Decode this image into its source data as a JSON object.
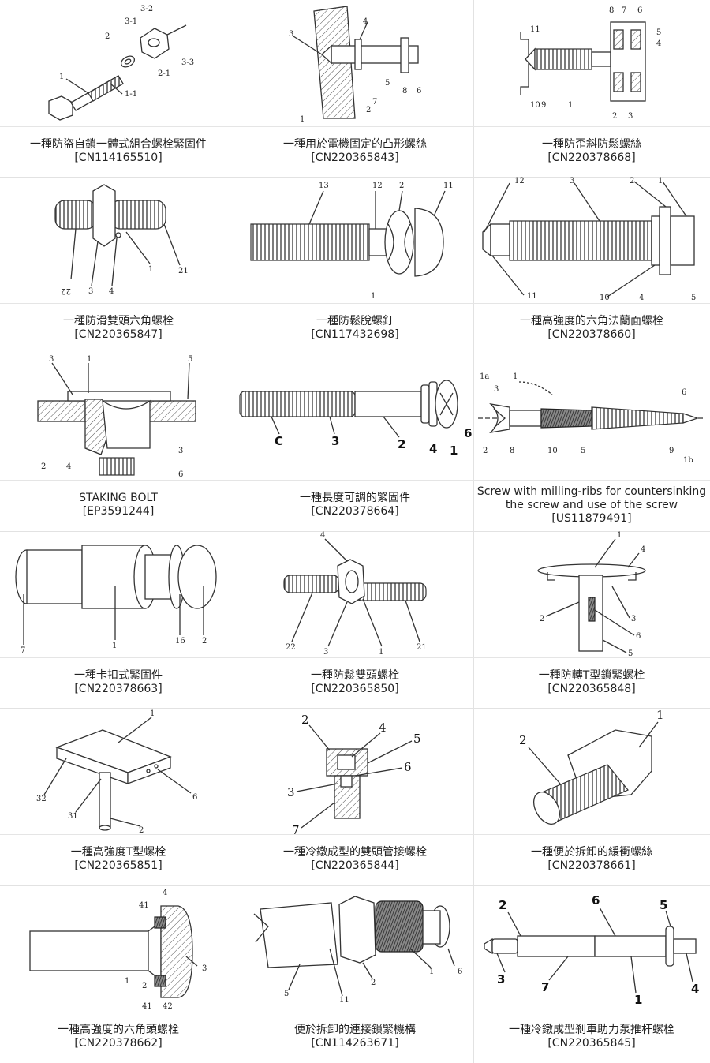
{
  "patents": [
    {
      "title": "一種防盜自鎖一體式組合螺栓緊固件",
      "number": "[CN114165510]",
      "labels": [
        "3-2",
        "3-1",
        "2",
        "3-3",
        "2-1",
        "1",
        "1-1"
      ]
    },
    {
      "title": "一種用於電機固定的凸形螺絲",
      "number": "[CN220365843]",
      "labels": [
        "4",
        "3",
        "5",
        "8",
        "6",
        "7",
        "2",
        "1"
      ]
    },
    {
      "title": "一種防歪斜防鬆螺絲",
      "number": "[CN220378668]",
      "labels": [
        "8",
        "7",
        "6",
        "5",
        "4",
        "11",
        "10",
        "9",
        "1",
        "2",
        "3"
      ]
    },
    {
      "title": "一種防滑雙頭六角螺栓",
      "number": "[CN220365847]",
      "labels": [
        "22",
        "3",
        "4",
        "1",
        "21"
      ]
    },
    {
      "title": "一種防鬆脫螺釘",
      "number": "[CN117432698]",
      "labels": [
        "13",
        "12",
        "2",
        "11",
        "1"
      ]
    },
    {
      "title": "一種高強度的六角法蘭面螺栓",
      "number": "[CN220378660]",
      "labels": [
        "12",
        "3",
        "2",
        "1",
        "11",
        "10",
        "4",
        "5"
      ]
    },
    {
      "title": "STAKING BOLT",
      "number": "[EP3591244]",
      "labels": [
        "3",
        "1",
        "5",
        "2",
        "4",
        "3",
        "6"
      ]
    },
    {
      "title": "一種長度可調的緊固件",
      "number": "[CN220378664]",
      "labels": [
        "C",
        "3",
        "2",
        "4",
        "1",
        "6"
      ]
    },
    {
      "title": "Screw with milling-ribs for countersinking the screw and use of the screw",
      "number": "[US11879491]",
      "labels": [
        "1a",
        "1",
        "3",
        "6",
        "2",
        "8",
        "10",
        "5",
        "9",
        "1b"
      ]
    },
    {
      "title": "一種卡扣式緊固件",
      "number": "[CN220378663]",
      "labels": [
        "7",
        "1",
        "16",
        "2"
      ]
    },
    {
      "title": "一種防鬆雙頭螺栓",
      "number": "[CN220365850]",
      "labels": [
        "4",
        "22",
        "3",
        "1",
        "21"
      ]
    },
    {
      "title": "一種防轉T型鎖緊螺栓",
      "number": "[CN220365848]",
      "labels": [
        "1",
        "4",
        "2",
        "3",
        "6",
        "5"
      ]
    },
    {
      "title": "一種高強度T型螺栓",
      "number": "[CN220365851]",
      "labels": [
        "1",
        "32",
        "31",
        "6",
        "2"
      ]
    },
    {
      "title": "一種冷鐓成型的雙頭管接螺栓",
      "number": "[CN220365844]",
      "labels": [
        "2",
        "4",
        "5",
        "6",
        "3",
        "7"
      ]
    },
    {
      "title": "一種便於拆卸的緩衝螺絲",
      "number": "[CN220378661]",
      "labels": [
        "1",
        "2"
      ]
    },
    {
      "title": "一種高強度的六角頭螺栓",
      "number": "[CN220378662]",
      "labels": [
        "4",
        "41",
        "3",
        "1",
        "2",
        "41",
        "42"
      ]
    },
    {
      "title": "便於拆卸的連接鎖緊機構",
      "number": "[CN114263671]",
      "labels": [
        "1",
        "2",
        "5",
        "11",
        "6"
      ]
    },
    {
      "title": "一種冷鐓成型剎車助力泵推杆螺栓",
      "number": "[CN220365845]",
      "labels": [
        "2",
        "6",
        "5",
        "3",
        "7",
        "1",
        "4"
      ]
    }
  ]
}
